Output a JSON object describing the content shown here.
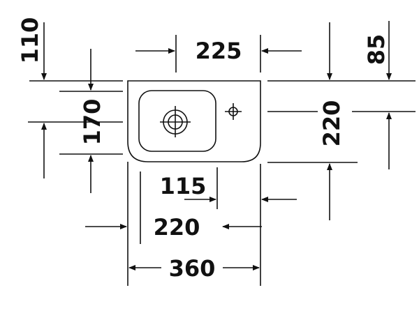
{
  "dimensions": {
    "top_width": "225",
    "left_depth": "110",
    "right_depth": "85",
    "left_height": "170",
    "right_height": "220",
    "mid_115": "115",
    "mid_220": "220",
    "overall_width": "360"
  }
}
